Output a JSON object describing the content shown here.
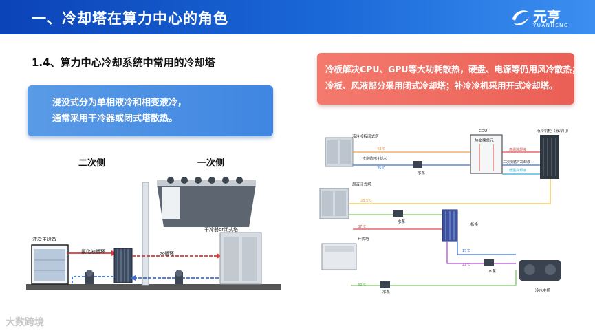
{
  "header": {
    "title": "一、冷却塔在算力中心的角色",
    "logo_cn": "元亨",
    "logo_en": "YUANHENG"
  },
  "section": {
    "subtitle": "1.4、算力中心冷却系统中常用的冷却塔"
  },
  "info_blue": {
    "line1": "浸没式分为单相液冷和相变液冷，",
    "line2": "通常采用干冷器或闭式塔散热。"
  },
  "info_red": {
    "line1": "冷板解决CPU、GPU等大功耗散热，硬盘、电源等仍用风冷散热；",
    "line2": "冷板、风液部分采用闭式冷却塔；补冷冷机采用开式冷却塔。"
  },
  "left_diagram": {
    "secondary_side": "二次侧",
    "primary_side": "一次侧",
    "main_device": "液冷主设备",
    "fluoride_loop": "氟化液循环",
    "water_loop": "水循环",
    "dry_cooler": "干冷器or闭式塔"
  },
  "right_diagram": {
    "cold_plate_tower": "液冷冷板闭式塔",
    "cdu": "CDU",
    "cdu_unit": "热交换单元",
    "liquid_cabinet": "液冷机柜（液冷门）",
    "temp_43": "43℃",
    "temp_35": "35℃",
    "primary_loop_water": "一次侧循环冷却水",
    "pump1": "水泵",
    "high_temp_return": "高温冷却液",
    "secondary_coolant": "二次侧循环冷却液",
    "low_temp_supply": "低温冷却液",
    "air_liquid_tower": "风液闭式塔",
    "temp_285": "28.5℃",
    "pump2": "水泵",
    "plate_hx": "板换",
    "temp_37": "37℃",
    "open_tower": "开式塔",
    "temp_15": "15℃",
    "temp_22": "22℃",
    "pump3": "水泵",
    "temp_32": "32℃",
    "pump4": "水泵",
    "chiller": "冷水主机"
  },
  "footer": {
    "watermark": "大数跨境"
  },
  "colors": {
    "header_blue": "#0b43b8",
    "orange_line": "#f0a04a",
    "blue_line": "#3a6fd8",
    "green_line": "#7cc864",
    "red_line": "#e04848",
    "purple_line": "#8a4fd0",
    "cyan_line": "#2fb0d8"
  }
}
